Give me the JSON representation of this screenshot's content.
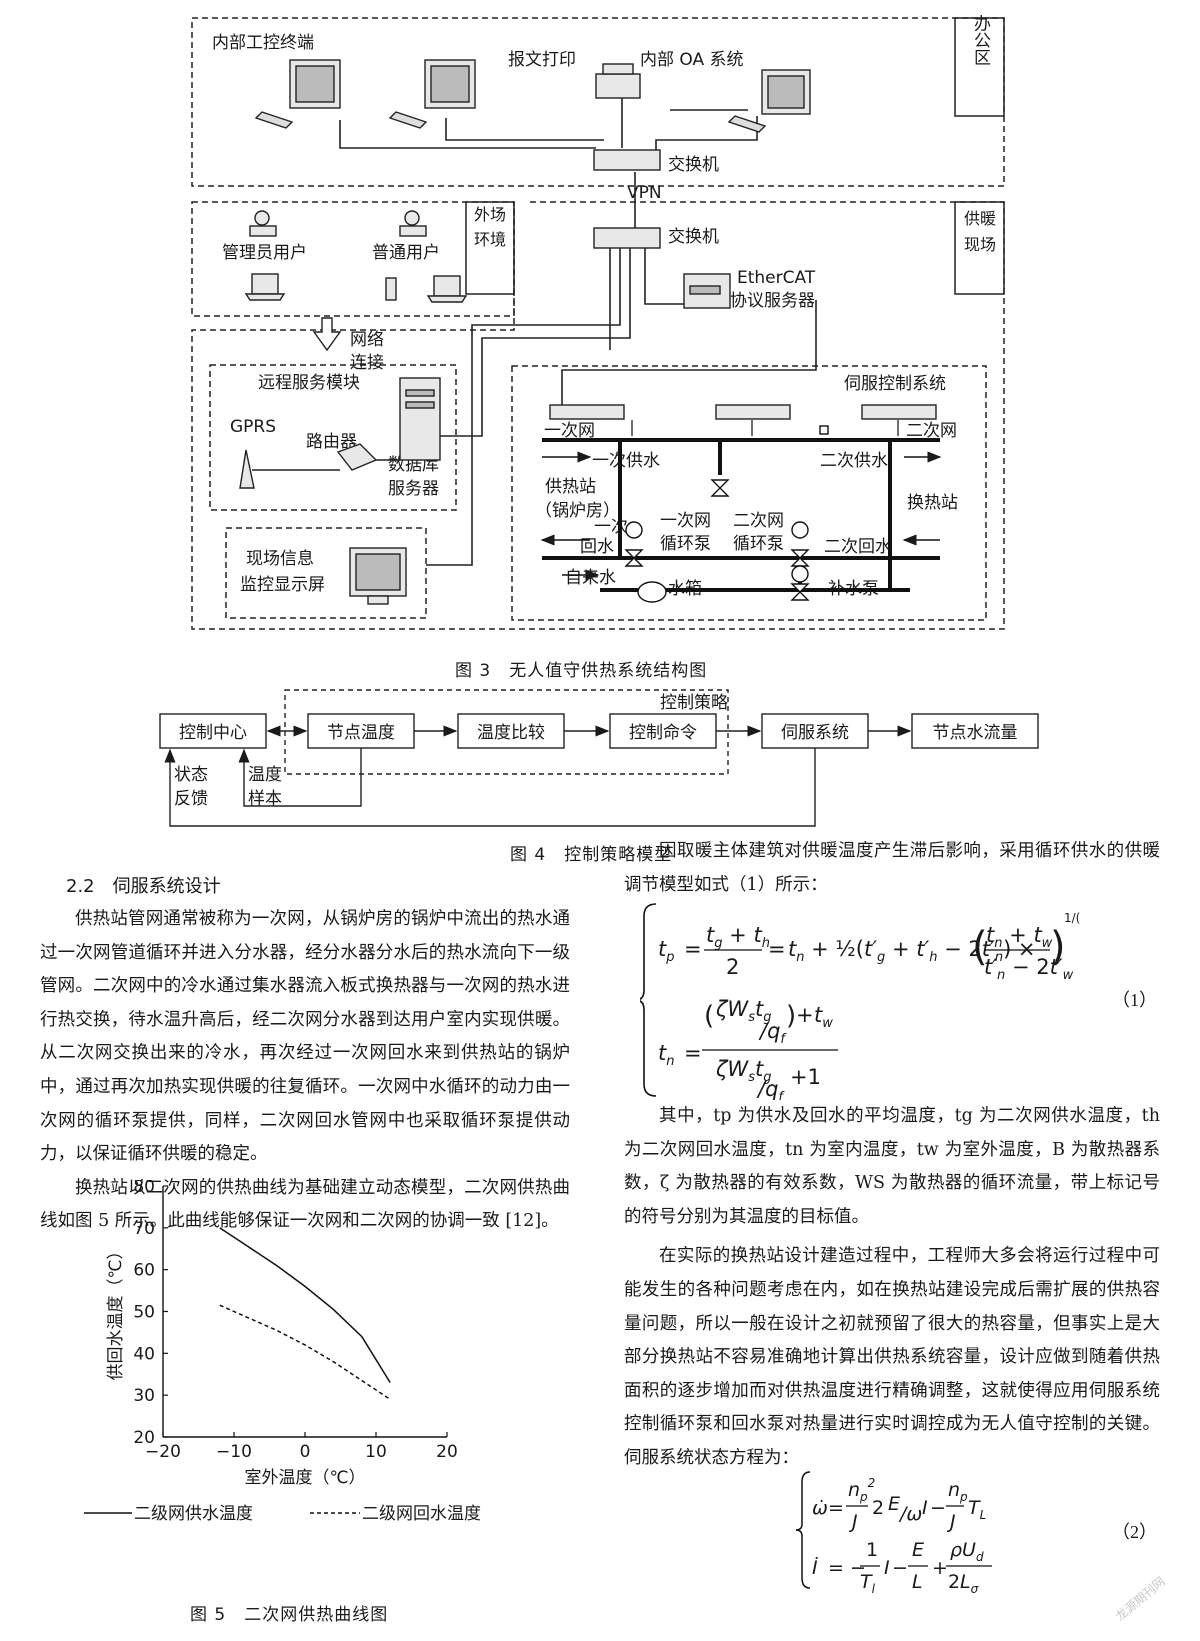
{
  "fig3": {
    "office": {
      "zone": "办公区",
      "terminal": "内部工控终端",
      "print": "报文打印",
      "oa": "内部 OA 系统",
      "switch": "交换机"
    },
    "vpn": "VPN",
    "outfield": {
      "zone_l1": "外场",
      "zone_l2": "环境",
      "admin": "管理员用户",
      "user": "普通用户"
    },
    "field": {
      "zone_l1": "供暖",
      "zone_l2": "现场",
      "switch": "交换机",
      "ethercat_l1": "EtherCAT",
      "ethercat_l2": "协议服务器"
    },
    "network_l1": "网络",
    "network_l2": "连接",
    "remote": {
      "title": "远程服务模块",
      "gprs": "GPRS",
      "router": "路由器",
      "db_l1": "数据库",
      "db_l2": "服务器"
    },
    "monitor_l1": "现场信息",
    "monitor_l2": "监控显示屏",
    "servo": {
      "title": "伺服控制系统",
      "primary": "一次网",
      "secondary": "二次网",
      "supply1": "一次供水",
      "supply2": "二次供水",
      "station_l1": "供热站",
      "station_l2": "（锅炉房）",
      "ret1_l1": "一次",
      "ret1_l2": "回水",
      "pump1_l1": "一次网",
      "pump1_l2": "循环泵",
      "pump2_l1": "二次网",
      "pump2_l2": "循环泵",
      "exchange": "换热站",
      "ret2": "二次回水",
      "tap": "自来水",
      "tank": "水箱",
      "makeup": "补水泵"
    },
    "caption": "图 3　无人值守供热系统结构图"
  },
  "fig4": {
    "control_center": "控制中心",
    "node_temp": "节点温度",
    "temp_compare": "温度比较",
    "control_cmd": "控制命令",
    "servo_system": "伺服系统",
    "node_flow": "节点水流量",
    "strategy": "控制策略",
    "status_l1": "状态",
    "status_l2": "反馈",
    "sample_l1": "温度",
    "sample_l2": "样本",
    "caption": "图 4　控制策略模型"
  },
  "section_title": "2.2　伺服系统设计",
  "left_paras": [
    "供热站管网通常被称为一次网，从锅炉房的锅炉中流出的热水通过一次网管道循环并进入分水器，经分水器分水后的热水流向下一级管网。二次网中的冷水通过集水器流入板式换热器与一次网的热水进行热交换，待水温升高后，经二次网分水器到达用户室内实现供暖。从二次网交换出来的冷水，再次经过一次网回水来到供热站的锅炉中，通过再次加热实现供暖的往复循环。一次网中水循环的动力由一次网的循环泵提供，同样，二次网回水管网中也采取循环泵提供动力，以保证循环供暖的稳定。",
    "换热站以二次网的供热曲线为基础建立动态模型，二次网供热曲线如图 5 所示。此曲线能够保证一次网和二次网的协调一致 [12]。"
  ],
  "right_para1": "因取暖主体建筑对供暖温度产生滞后影响，采用循环供水的供暖调节模型如式（1）所示：",
  "right_para2": "其中，tp 为供水及回水的平均温度，tg 为二次网供水温度，th 为二次网回水温度，tn 为室内温度，tw 为室外温度，B 为散热器系数，ζ 为散热器的有效系数，WS 为散热器的循环流量，带上标记号的符号分别为其温度的目标值。",
  "right_para3": "在实际的换热站设计建造过程中，工程师大多会将运行过程中可能发生的各种问题考虑在内，如在换热站建设完成后需扩展的供热容量问题，所以一般在设计之初就预留了很大的热容量，但事实上是大部分换热站不容易准确地计算出供热系统容量，设计应做到随着供热面积的逐步增加而对供热温度进行精确调整，这就使得应用伺服系统控制循环泵和回水泵对热量进行实时调控成为无人值守控制的关键。伺服系统状态方程为：",
  "eq1_num": "（1）",
  "eq2_num": "（2）",
  "fig5_caption": "图 5　二次网供热曲线图",
  "watermark": "龙源期刊网",
  "chart_data": {
    "type": "line",
    "xlabel": "室外温度（℃）",
    "ylabel": "供回水温度（℃）",
    "xlim": [
      -20,
      20
    ],
    "ylim": [
      20,
      80
    ],
    "xticks": [
      -20,
      -10,
      0,
      10,
      20
    ],
    "yticks": [
      20,
      30,
      40,
      50,
      60,
      70,
      80
    ],
    "legend_placement": "bottom",
    "series": [
      {
        "name": "二级网供水温度",
        "style": "solid",
        "x": [
          -12,
          -8,
          -4,
          0,
          4,
          8,
          12
        ],
        "y": [
          70,
          65.5,
          61,
          56,
          50.5,
          44,
          33
        ]
      },
      {
        "name": "二级网回水温度",
        "style": "dashed",
        "x": [
          -12,
          -8,
          -4,
          0,
          4,
          8,
          12
        ],
        "y": [
          51.5,
          48.5,
          45.5,
          42,
          38,
          33.5,
          29
        ]
      }
    ]
  }
}
